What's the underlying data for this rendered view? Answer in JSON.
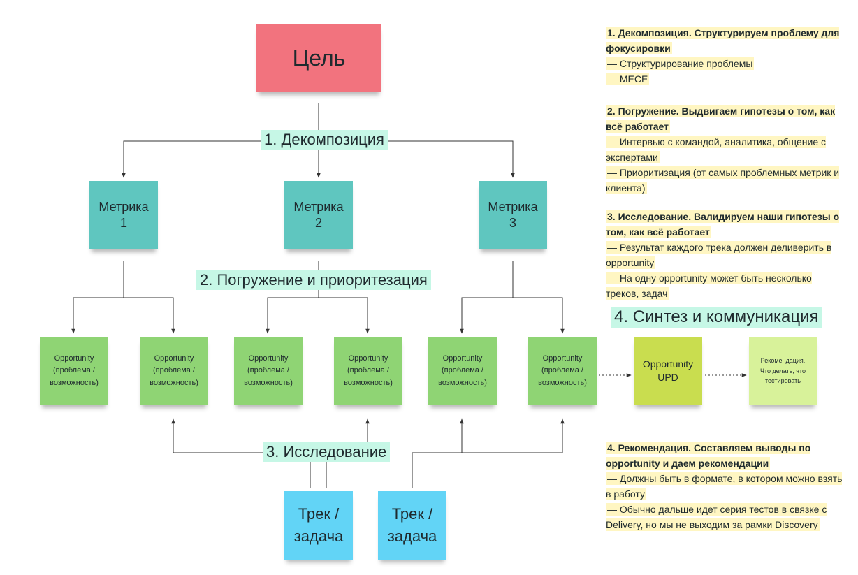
{
  "goal": {
    "label": "Цель"
  },
  "steps": {
    "decomposition": "1. Декомпозиция",
    "immersion": "2. Погружение и приоритезация",
    "research": "3. Исследование",
    "synthesis": "4. Синтез и коммуникация"
  },
  "metrics": [
    {
      "label": "Метрика\n1"
    },
    {
      "label": "Метрика\n2"
    },
    {
      "label": "Метрика\n3"
    }
  ],
  "opportunity_label": "Opportunity\n(проблема /\nвозможность)",
  "opportunity_upd": "Opportunity\nUPD",
  "recommendation": "Рекомендация.\nЧто делать, что\nтестировать",
  "tracks": [
    {
      "label": "Трек /\nзадача"
    },
    {
      "label": "Трек /\nзадача"
    }
  ],
  "notes": [
    {
      "title": "1. Декомпозиция. Структурируем проблему для фокусировки",
      "lines": [
        "— Структурирование проблемы",
        "— MECE"
      ]
    },
    {
      "title": "2. Погружение. Выдвигаем гипотезы о том, как всё работает",
      "lines": [
        "— Интервью с командой, аналитика, общение с экспертами",
        "— Приоритизация (от самых проблемных метрик и клиента)"
      ]
    },
    {
      "title": "3. Исследование. Валидируем наши гипотезы о том, как всё работает",
      "lines": [
        "— Результат каждого трека должен деливерить в opportunity",
        "— На одну opportunity может быть несколько треков, задач"
      ]
    },
    {
      "title": "4. Рекомендация. Составляем выводы по opportunity и даем рекомендации",
      "lines": [
        "— Должны быть в формате, в котором можно взять в работу",
        "— Обычно дальше идет серия тестов в связке с Delivery, но мы не выходим за рамки Discovery"
      ]
    }
  ],
  "colors": {
    "goal": "#f2737e",
    "metric": "#5fc6bf",
    "opportunity": "#8fd474",
    "opportunity_upd": "#c9dd4f",
    "recommendation": "#d8f29a",
    "track": "#62d4f6",
    "step_label_bg": "#c6f7e6",
    "note_highlight": "#fff6c2"
  }
}
